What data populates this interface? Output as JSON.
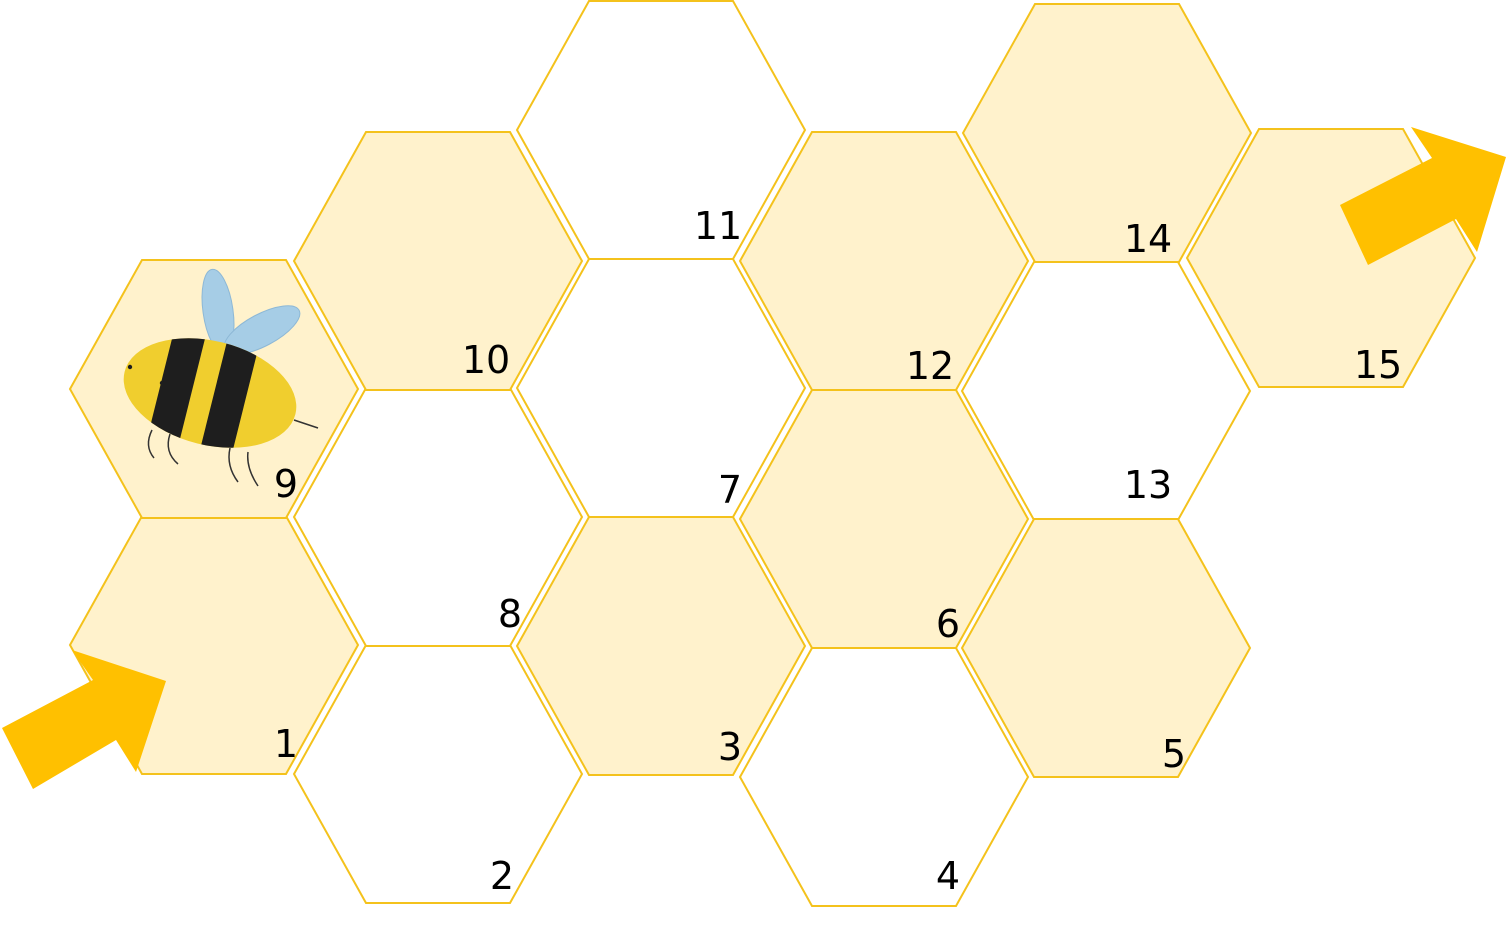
{
  "game": {
    "board_type": "hexagon-path",
    "start_arrow_icon": "start-arrow-icon",
    "finish_arrow_icon": "finish-arrow-icon",
    "token_icon": "bee-icon",
    "token_cell": 9
  },
  "colors": {
    "hex_border": "#F4C21C",
    "shaded_fill": "#FFF2CC",
    "plain_fill": "#FFFFFF",
    "arrow": "#FFC000",
    "bee_yellow": "#F0CE2E",
    "bee_stripe": "#1E1E1E",
    "bee_wing": "#A6CDE6",
    "number_text": "#000000"
  },
  "cells": [
    {
      "label": "1",
      "shaded": true
    },
    {
      "label": "2",
      "shaded": false
    },
    {
      "label": "3",
      "shaded": true
    },
    {
      "label": "4",
      "shaded": false
    },
    {
      "label": "5",
      "shaded": true
    },
    {
      "label": "6",
      "shaded": true
    },
    {
      "label": "7",
      "shaded": false
    },
    {
      "label": "8",
      "shaded": false
    },
    {
      "label": "9",
      "shaded": true
    },
    {
      "label": "10",
      "shaded": true
    },
    {
      "label": "11",
      "shaded": false
    },
    {
      "label": "12",
      "shaded": true
    },
    {
      "label": "13",
      "shaded": false
    },
    {
      "label": "14",
      "shaded": true
    },
    {
      "label": "15",
      "shaded": true
    }
  ]
}
